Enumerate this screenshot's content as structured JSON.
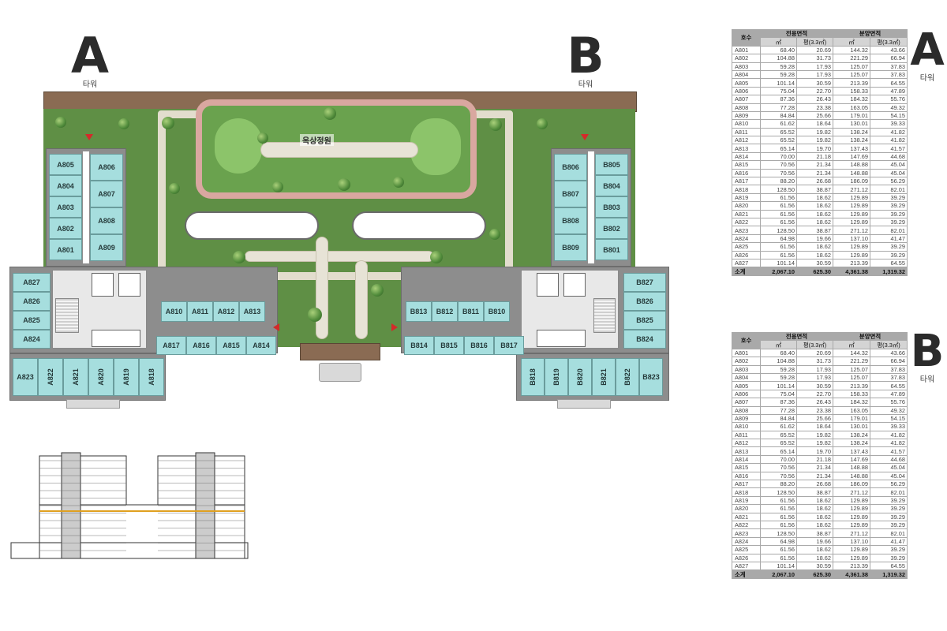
{
  "towers": {
    "a": {
      "letter": "A",
      "sub": "타워"
    },
    "b": {
      "letter": "B",
      "sub": "타워"
    }
  },
  "garden_label": "옥상정원",
  "plan": {
    "a_wing_units_left": [
      "A805",
      "A804",
      "A803",
      "A802",
      "A801"
    ],
    "a_wing_units_right": [
      "A806",
      "A807",
      "A808",
      "A809"
    ],
    "b_wing_units_left": [
      "B806",
      "B807",
      "B808",
      "B809"
    ],
    "b_wing_units_right": [
      "B805",
      "B804",
      "B803",
      "B802",
      "B801"
    ],
    "a_side_units": [
      "A827",
      "A826",
      "A825",
      "A824"
    ],
    "b_side_units": [
      "B827",
      "B826",
      "B825",
      "B824"
    ],
    "a_mid_upper": [
      "A810",
      "A811",
      "A812",
      "A813"
    ],
    "a_mid_lower": [
      "A817",
      "A816",
      "A815",
      "A814"
    ],
    "b_mid_upper": [
      "B813",
      "B812",
      "B811",
      "B810"
    ],
    "b_mid_lower": [
      "B814",
      "B815",
      "B816",
      "B817"
    ],
    "a_bottom": [
      "A823",
      "A822",
      "A821",
      "A820",
      "A819",
      "A818"
    ],
    "b_bottom": [
      "B818",
      "B819",
      "B820",
      "B821",
      "B822",
      "B823"
    ],
    "colors": {
      "unit": "#a6dede",
      "garden": "#4f8a3a",
      "header": "#a9a9a9"
    }
  },
  "table_headers": {
    "ho": "호수",
    "exclusive": "전용면적",
    "sale": "분양면적",
    "sqm": "㎡",
    "pyeong": "평(3.3㎡)"
  },
  "table_a": {
    "rows": [
      [
        "A801",
        "68.40",
        "20.69",
        "144.32",
        "43.66"
      ],
      [
        "A802",
        "104.88",
        "31.73",
        "221.29",
        "66.94"
      ],
      [
        "A803",
        "59.28",
        "17.93",
        "125.07",
        "37.83"
      ],
      [
        "A804",
        "59.28",
        "17.93",
        "125.07",
        "37.83"
      ],
      [
        "A805",
        "101.14",
        "30.59",
        "213.39",
        "64.55"
      ],
      [
        "A806",
        "75.04",
        "22.70",
        "158.33",
        "47.89"
      ],
      [
        "A807",
        "87.36",
        "26.43",
        "184.32",
        "55.76"
      ],
      [
        "A808",
        "77.28",
        "23.38",
        "163.05",
        "49.32"
      ],
      [
        "A809",
        "84.84",
        "25.66",
        "179.01",
        "54.15"
      ],
      [
        "A810",
        "61.62",
        "18.64",
        "130.01",
        "39.33"
      ],
      [
        "A811",
        "65.52",
        "19.82",
        "138.24",
        "41.82"
      ],
      [
        "A812",
        "65.52",
        "19.82",
        "138.24",
        "41.82"
      ],
      [
        "A813",
        "65.14",
        "19.70",
        "137.43",
        "41.57"
      ],
      [
        "A814",
        "70.00",
        "21.18",
        "147.69",
        "44.68"
      ],
      [
        "A815",
        "70.56",
        "21.34",
        "148.88",
        "45.04"
      ],
      [
        "A816",
        "70.56",
        "21.34",
        "148.88",
        "45.04"
      ],
      [
        "A817",
        "88.20",
        "26.68",
        "186.09",
        "56.29"
      ],
      [
        "A818",
        "128.50",
        "38.87",
        "271.12",
        "82.01"
      ],
      [
        "A819",
        "61.56",
        "18.62",
        "129.89",
        "39.29"
      ],
      [
        "A820",
        "61.56",
        "18.62",
        "129.89",
        "39.29"
      ],
      [
        "A821",
        "61.56",
        "18.62",
        "129.89",
        "39.29"
      ],
      [
        "A822",
        "61.56",
        "18.62",
        "129.89",
        "39.29"
      ],
      [
        "A823",
        "128.50",
        "38.87",
        "271.12",
        "82.01"
      ],
      [
        "A824",
        "64.98",
        "19.66",
        "137.10",
        "41.47"
      ],
      [
        "A825",
        "61.56",
        "18.62",
        "129.89",
        "39.29"
      ],
      [
        "A826",
        "61.56",
        "18.62",
        "129.89",
        "39.29"
      ],
      [
        "A827",
        "101.14",
        "30.59",
        "213.39",
        "64.55"
      ]
    ],
    "total": [
      "소계",
      "2,067.10",
      "625.30",
      "4,361.38",
      "1,319.32"
    ]
  },
  "table_b": {
    "rows": [
      [
        "A801",
        "68.40",
        "20.69",
        "144.32",
        "43.66"
      ],
      [
        "A802",
        "104.88",
        "31.73",
        "221.29",
        "66.94"
      ],
      [
        "A803",
        "59.28",
        "17.93",
        "125.07",
        "37.83"
      ],
      [
        "A804",
        "59.28",
        "17.93",
        "125.07",
        "37.83"
      ],
      [
        "A805",
        "101.14",
        "30.59",
        "213.39",
        "64.55"
      ],
      [
        "A806",
        "75.04",
        "22.70",
        "158.33",
        "47.89"
      ],
      [
        "A807",
        "87.36",
        "26.43",
        "184.32",
        "55.76"
      ],
      [
        "A808",
        "77.28",
        "23.38",
        "163.05",
        "49.32"
      ],
      [
        "A809",
        "84.84",
        "25.66",
        "179.01",
        "54.15"
      ],
      [
        "A810",
        "61.62",
        "18.64",
        "130.01",
        "39.33"
      ],
      [
        "A811",
        "65.52",
        "19.82",
        "138.24",
        "41.82"
      ],
      [
        "A812",
        "65.52",
        "19.82",
        "138.24",
        "41.82"
      ],
      [
        "A813",
        "65.14",
        "19.70",
        "137.43",
        "41.57"
      ],
      [
        "A814",
        "70.00",
        "21.18",
        "147.69",
        "44.68"
      ],
      [
        "A815",
        "70.56",
        "21.34",
        "148.88",
        "45.04"
      ],
      [
        "A816",
        "70.56",
        "21.34",
        "148.88",
        "45.04"
      ],
      [
        "A817",
        "88.20",
        "26.68",
        "186.09",
        "56.29"
      ],
      [
        "A818",
        "128.50",
        "38.87",
        "271.12",
        "82.01"
      ],
      [
        "A819",
        "61.56",
        "18.62",
        "129.89",
        "39.29"
      ],
      [
        "A820",
        "61.56",
        "18.62",
        "129.89",
        "39.29"
      ],
      [
        "A821",
        "61.56",
        "18.62",
        "129.89",
        "39.29"
      ],
      [
        "A822",
        "61.56",
        "18.62",
        "129.89",
        "39.29"
      ],
      [
        "A823",
        "128.50",
        "38.87",
        "271.12",
        "82.01"
      ],
      [
        "A824",
        "64.98",
        "19.66",
        "137.10",
        "41.47"
      ],
      [
        "A825",
        "61.56",
        "18.62",
        "129.89",
        "39.29"
      ],
      [
        "A826",
        "61.56",
        "18.62",
        "129.89",
        "39.29"
      ],
      [
        "A827",
        "101.14",
        "30.59",
        "213.39",
        "64.55"
      ]
    ],
    "total": [
      "소계",
      "2,067.10",
      "625.30",
      "4,361.38",
      "1,319.32"
    ]
  }
}
